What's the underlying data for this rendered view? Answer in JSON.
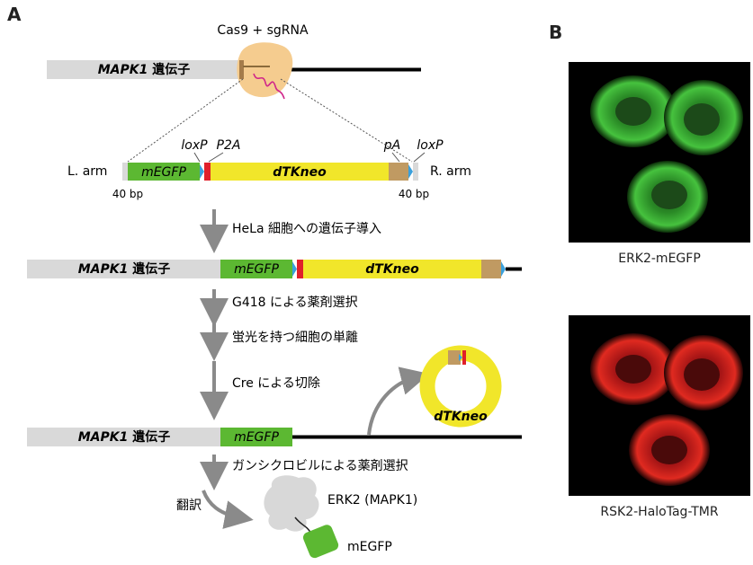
{
  "panel_a": {
    "label": "A",
    "cas9_label": "Cas9 + sgRNA",
    "gene_label_italic": "MAPK1",
    "gene_label_suffix": " 遺伝子",
    "cassette": {
      "left_arm": "L. arm",
      "right_arm": "R. arm",
      "left_bp": "40 bp",
      "right_bp": "40 bp",
      "mEGFP": "mEGFP",
      "dTKneo": "dTKneo",
      "loxP": "loxP",
      "P2A": "P2A",
      "pA": "pA"
    },
    "steps": [
      "HeLa 細胞への遺伝子導入",
      "G418 による薬剤選択",
      "蛍光を持つ細胞の単離",
      "Cre による切除",
      "ガンシクロビルによる薬剤選択"
    ],
    "excised_circle_label": "dTKneo",
    "translation_label": "翻訳",
    "protein_label": "ERK2 (MAPK1)",
    "tag_label": "mEGFP"
  },
  "panel_b": {
    "label": "B",
    "image1_caption": "ERK2-mEGFP",
    "image2_caption": "RSK2-HaloTag-TMR"
  },
  "colors": {
    "gene_gray": "#d9d9d9",
    "mEGFP_green": "#5cb832",
    "dTKneo_yellow": "#f1e62a",
    "P2A_red": "#e0202a",
    "pA_tan": "#c09a62",
    "loxP_blue": "#3aa0dc",
    "cas9_peach": "#f5cc8f",
    "sgRNA_magenta": "#d0268a",
    "arrow_gray": "#8a8a8a",
    "egfp_channel": "#3fbf3a",
    "tmr_channel": "#e02020"
  }
}
